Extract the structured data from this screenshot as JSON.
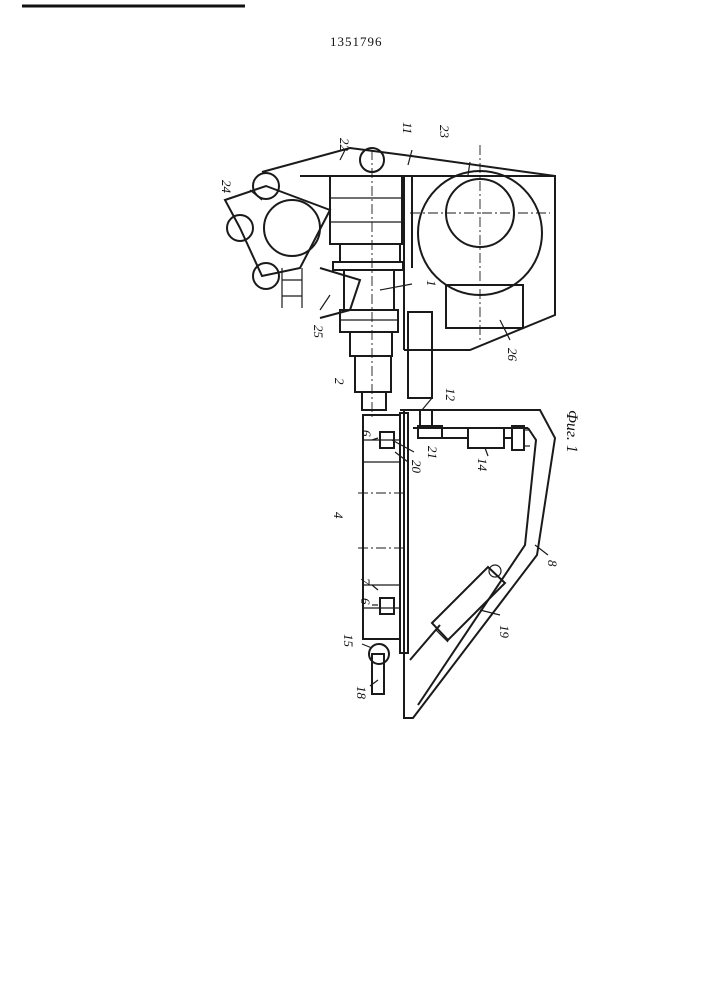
{
  "patent_number": "1351796",
  "figure_caption": "Фиг. 1",
  "labels": {
    "l1": "1",
    "l2": "2",
    "l4": "4",
    "l6a": "6",
    "l6b": "6",
    "l7": "7",
    "l8": "8",
    "l11": "11",
    "l12": "12",
    "l14": "14",
    "l15": "15",
    "l18": "18",
    "l19": "19",
    "l20": "20",
    "l21": "21",
    "l22": "22",
    "l23": "23",
    "l24": "24",
    "l25": "25",
    "l26": "26"
  }
}
